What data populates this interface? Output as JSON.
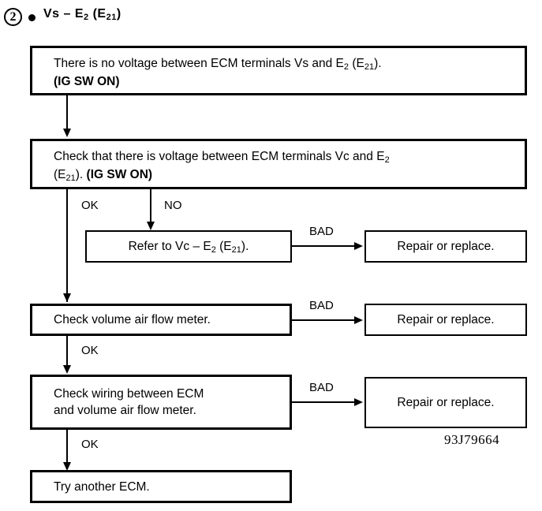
{
  "header": {
    "step_number": "2",
    "title_prefix": "Vs – E",
    "title_sub1": "2",
    "title_mid": " (E",
    "title_sub2": "21",
    "title_suffix": ")",
    "title_plain": "Vs – E2 (E21)"
  },
  "boxes": {
    "symptom": {
      "line1_a": "There is no voltage between ECM terminals Vs and E",
      "line1_sub": "2",
      "line1_b": " (E",
      "line1_sub2": "21",
      "line1_c": ").",
      "line2": "(IG SW ON)",
      "plain": "There is no voltage between ECM terminals Vs and E2 (E21). (IG SW ON)"
    },
    "check_vc": {
      "line1_a": "Check that there is voltage between ECM terminals Vc and E",
      "line1_sub": "2",
      "line2_a": "(E",
      "line2_sub": "21",
      "line2_b": "). ",
      "line2_bold": "(IG SW ON)",
      "plain": "Check that there is voltage between ECM terminals Vc and E2 (E21). (IG SW ON)"
    },
    "refer_vc": {
      "text_a": "Refer to Vc – E",
      "sub1": "2",
      "text_b": " (E",
      "sub2": "21",
      "text_c": ").",
      "plain": "Refer to Vc – E2 (E21)."
    },
    "check_meter": {
      "text": "Check volume air flow meter."
    },
    "check_wiring": {
      "line1": "Check wiring between ECM",
      "line2": "and volume air flow meter."
    },
    "try_ecm": {
      "text": "Try another ECM."
    },
    "repair_1": {
      "text": "Repair or replace."
    },
    "repair_2": {
      "text": "Repair or replace."
    },
    "repair_3": {
      "text": "Repair or replace."
    }
  },
  "edge_labels": {
    "ok_1": "OK",
    "no_1": "NO",
    "ok_2": "OK",
    "ok_3": "OK",
    "bad_1": "BAD",
    "bad_2": "BAD",
    "bad_3": "BAD"
  },
  "figure_code": "93J79664",
  "colors": {
    "ink": "#000000",
    "paper": "#ffffff"
  }
}
